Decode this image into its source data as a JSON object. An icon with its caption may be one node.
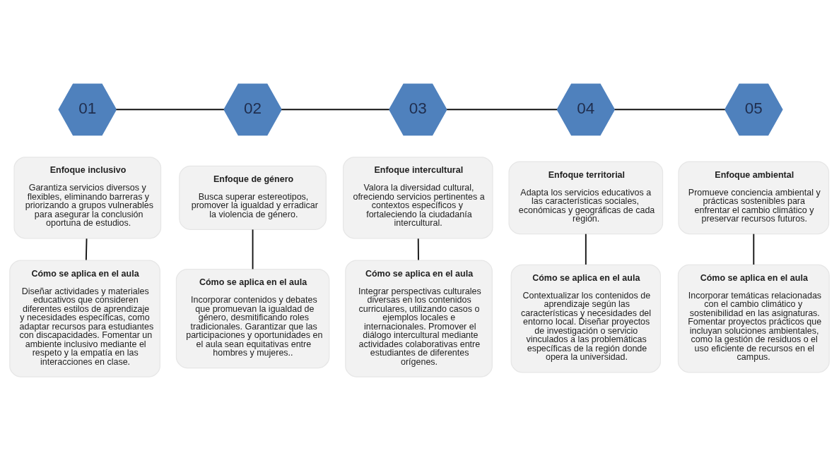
{
  "diagram": {
    "nodes": [
      {
        "text": [
          "01"
        ]
      },
      {
        "text": [
          "02"
        ]
      },
      {
        "text": [
          "03"
        ]
      },
      {
        "text": [
          "04"
        ]
      },
      {
        "text": [
          "05"
        ]
      },
      {
        "text": [
          "Enfoque inclusivo",
          "Garantiza servicios diversos y flexibles, eliminando barreras y priorizando a grupos vulnerables para asegurar la conclusión oportuna de estudios."
        ]
      },
      {
        "text": [
          "Enfoque de género",
          "Busca superar estereotipos, promover la igualdad y erradicar la violencia de género."
        ]
      },
      {
        "text": [
          "Enfoque intercultural",
          "Valora la diversidad cultural, ofreciendo servicios pertinentes a contextos específicos y fortaleciendo la ciudadanía intercultural."
        ]
      },
      {
        "text": [
          "Enfoque territorial",
          "Adapta los servicios educativos a las características sociales, económicas y geográficas de cada región."
        ]
      },
      {
        "text": [
          "Enfoque ambiental",
          "Promueve conciencia ambiental y prácticas sostenibles para enfrentar el cambio climático y preservar recursos futuros."
        ]
      },
      {
        "text": [
          "Cómo se aplica en el aula",
          "Diseñar actividades y materiales educativos que consideren diferentes estilos de aprendizaje y necesidades específicas, como adaptar recursos para estudiantes con discapacidades. Fomentar un ambiente inclusivo mediante el respeto y la empatía en las interacciones en clase."
        ]
      },
      {
        "text": [
          "Cómo se aplica en el aula",
          "Incorporar contenidos y debates que promuevan la igualdad de género, desmitificando roles tradicionales. Garantizar que las participaciones y oportunidades en el aula sean equitativas entre hombres y mujeres.."
        ]
      },
      {
        "text": [
          "Cómo se aplica en el aula",
          "Integrar perspectivas culturales diversas en los contenidos curriculares, utilizando casos o ejemplos locales e internacionales. Promover el diálogo intercultural mediante actividades colaborativas entre estudiantes de diferentes orígenes."
        ]
      },
      {
        "text": [
          "Cómo se aplica en el aula",
          "Contextualizar los contenidos de aprendizaje según las características y necesidades del entorno local. Diseñar proyectos de investigación o servicio vinculados a las problemáticas específicas de la región donde opera la universidad."
        ]
      },
      {
        "text": [
          "Cómo se aplica en el aula",
          "Incorporar temáticas relacionadas con el cambio climático y sostenibilidad en las asignaturas. Fomentar proyectos prácticos que incluyan soluciones ambientales, como la gestión de residuos o el uso eficiente de recursos en el campus."
        ]
      }
    ],
    "edges": [
      {
        "from": 0,
        "to": 1,
        "arrow": "none"
      },
      {
        "from": 1,
        "to": 2,
        "arrow": "none"
      },
      {
        "from": 2,
        "to": 3,
        "arrow": "none"
      },
      {
        "from": 3,
        "to": 4,
        "arrow": "none"
      },
      {
        "from": 5,
        "to": 10,
        "arrow": "none"
      },
      {
        "from": 6,
        "to": 11,
        "arrow": "none"
      },
      {
        "from": 7,
        "to": 12,
        "arrow": "none"
      },
      {
        "from": 8,
        "to": 13,
        "arrow": "none"
      },
      {
        "from": 9,
        "to": 14,
        "arrow": "none"
      }
    ]
  }
}
